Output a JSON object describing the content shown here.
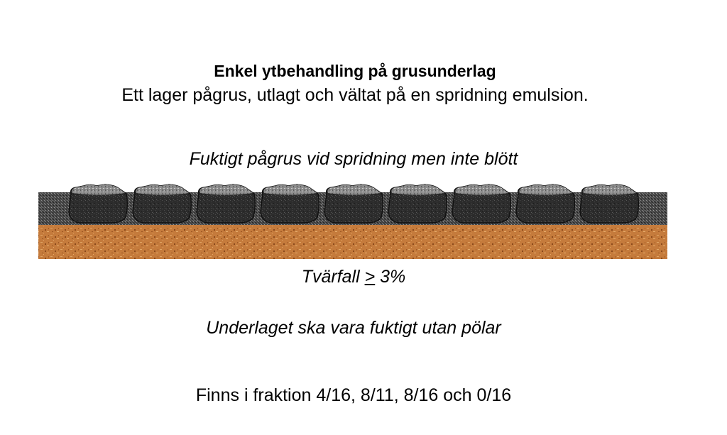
{
  "title": "Enkel ytbehandling på grusunderlag",
  "subtitle": "Ett lager pågrus, utlagt och vältat  på en spridning emulsion.",
  "moist_note": "Fuktigt pågrus vid spridning men inte blött",
  "slope": {
    "prefix": "Tvärfall ",
    "operator": ">",
    "value": " 3%"
  },
  "subgrade_note": "Underlaget ska vara fuktigt utan pölar",
  "fractions": "Finns i fraktion 4/16, 8/11, 8/16 och 0/16",
  "colors": {
    "emulsion": "#3a3a3a",
    "stone": "#2e2e2e",
    "subgrade": "#c27a3a"
  },
  "stones_count": 9
}
